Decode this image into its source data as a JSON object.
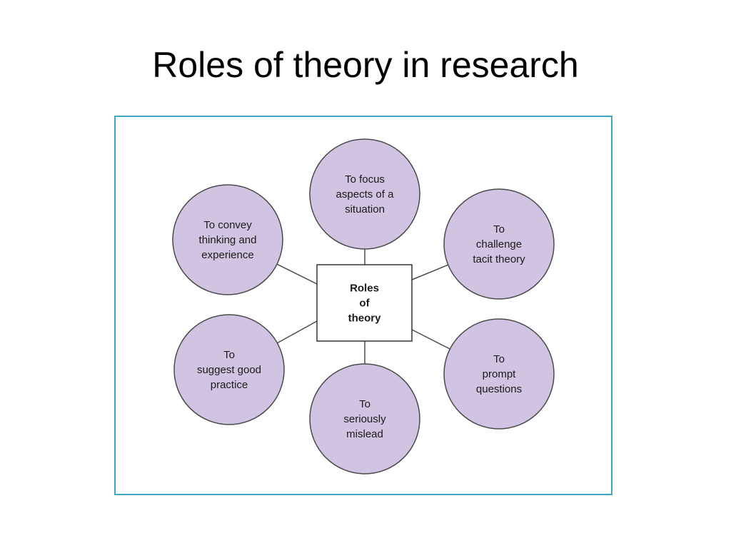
{
  "title": "Roles of theory in research",
  "colors": {
    "frame_border": "#3fa9c9",
    "circle_fill": "#d1c4e2",
    "circle_stroke": "#4a4a4a",
    "connector": "#4a4a4a"
  },
  "diagram": {
    "center": {
      "lines": [
        "Roles",
        "of",
        "theory"
      ]
    },
    "nodes": [
      {
        "id": "focus",
        "lines": [
          "To focus",
          "aspects of a",
          "situation"
        ]
      },
      {
        "id": "challenge",
        "lines": [
          "To",
          "challenge",
          "tacit theory"
        ]
      },
      {
        "id": "prompt",
        "lines": [
          "To",
          "prompt",
          "questions"
        ]
      },
      {
        "id": "mislead",
        "lines": [
          "To",
          "seriously",
          "mislead"
        ]
      },
      {
        "id": "practice",
        "lines": [
          "To",
          "suggest good",
          "practice"
        ]
      },
      {
        "id": "convey",
        "lines": [
          "To convey",
          "thinking and",
          "experience"
        ]
      }
    ]
  }
}
